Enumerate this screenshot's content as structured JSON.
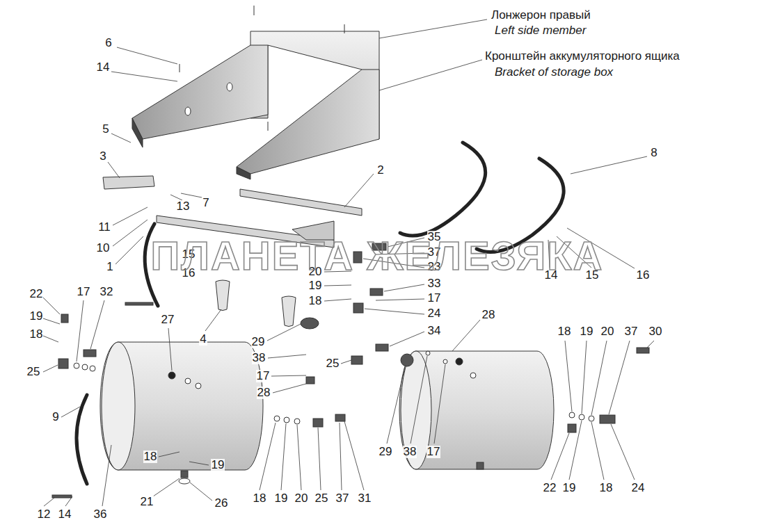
{
  "diagram": {
    "labels": [
      "Лонжерон правый",
      "Left side member",
      "Кронштейн аккумуляторного ящика",
      "Bracket of storage box",
      "6",
      "14",
      "5",
      "8",
      "3",
      "2",
      "13",
      "7",
      "11",
      "10",
      "35",
      "15",
      "37",
      "1",
      "16",
      "23",
      "14",
      "15",
      "16",
      "20",
      "19",
      "33",
      "18",
      "17",
      "24",
      "22",
      "17",
      "32",
      "19",
      "27",
      "28",
      "18",
      "34",
      "18",
      "19",
      "20",
      "37",
      "30",
      "4",
      "29",
      "38",
      "25",
      "25",
      "17",
      "28",
      "9",
      "18",
      "19",
      "29",
      "38",
      "17",
      "21",
      "26",
      "12",
      "14",
      "36",
      "18",
      "19",
      "20",
      "25",
      "37",
      "31",
      "22",
      "19",
      "18",
      "24",
      "ПЛАНЕТА ЖЕЛЕЗЯКА"
    ]
  }
}
